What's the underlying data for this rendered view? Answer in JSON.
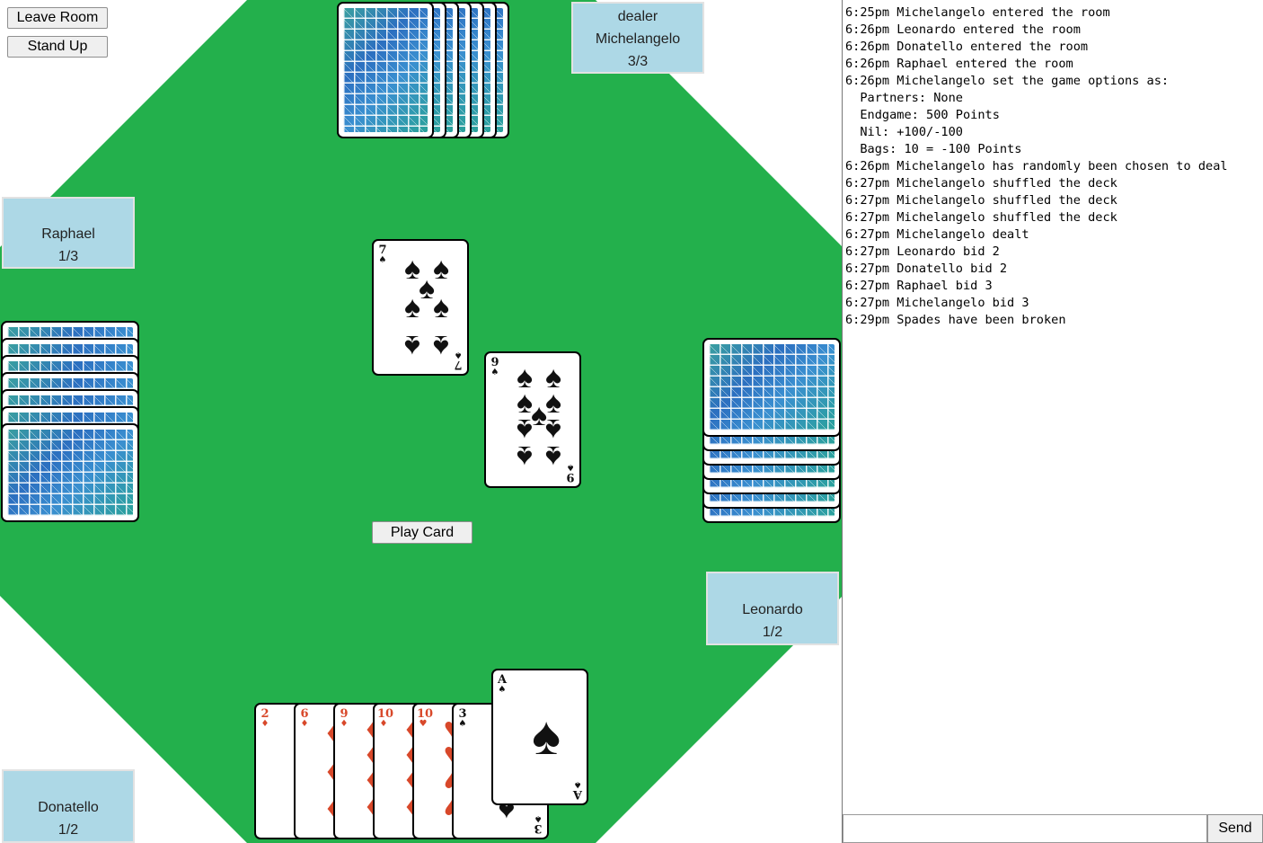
{
  "room": {
    "leave_label": "Leave Room",
    "stand_label": "Stand Up",
    "felt_color": "#23b04c"
  },
  "players": {
    "north": {
      "role": "dealer",
      "name": "Michelangelo",
      "tricks": "3/3",
      "cards_in_hand": 7
    },
    "west": {
      "name": "Raphael",
      "tricks": "1/3",
      "cards_in_hand": 7
    },
    "east": {
      "name": "Leonardo",
      "tricks": "1/2",
      "cards_in_hand": 7
    },
    "south": {
      "name": "Donatello",
      "tricks": "1/2"
    }
  },
  "trick": [
    {
      "rank": "7",
      "suit": "spades"
    },
    {
      "rank": "9",
      "suit": "spades"
    }
  ],
  "hand": [
    {
      "rank": "2",
      "suit": "diamonds"
    },
    {
      "rank": "6",
      "suit": "diamonds"
    },
    {
      "rank": "9",
      "suit": "diamonds"
    },
    {
      "rank": "10",
      "suit": "diamonds"
    },
    {
      "rank": "10",
      "suit": "hearts"
    },
    {
      "rank": "3",
      "suit": "spades"
    },
    {
      "rank": "A",
      "suit": "spades",
      "selected": true
    }
  ],
  "play_card_label": "Play Card",
  "chat": {
    "lines": [
      "6:25pm Michelangelo entered the room",
      "6:26pm Leonardo entered the room",
      "6:26pm Donatello entered the room",
      "6:26pm Raphael entered the room",
      "6:26pm Michelangelo set the game options as:",
      "  Partners: None",
      "  Endgame: 500 Points",
      "  Nil: +100/-100",
      "  Bags: 10 = -100 Points",
      "6:26pm Michelangelo has randomly been chosen to deal",
      "6:27pm Michelangelo shuffled the deck",
      "6:27pm Michelangelo shuffled the deck",
      "6:27pm Michelangelo shuffled the deck",
      "6:27pm Michelangelo dealt",
      "6:27pm Leonardo bid 2",
      "6:27pm Donatello bid 2",
      "6:27pm Raphael bid 3",
      "6:27pm Michelangelo bid 3",
      "6:29pm Spades have been broken"
    ],
    "input_value": "",
    "send_label": "Send"
  }
}
